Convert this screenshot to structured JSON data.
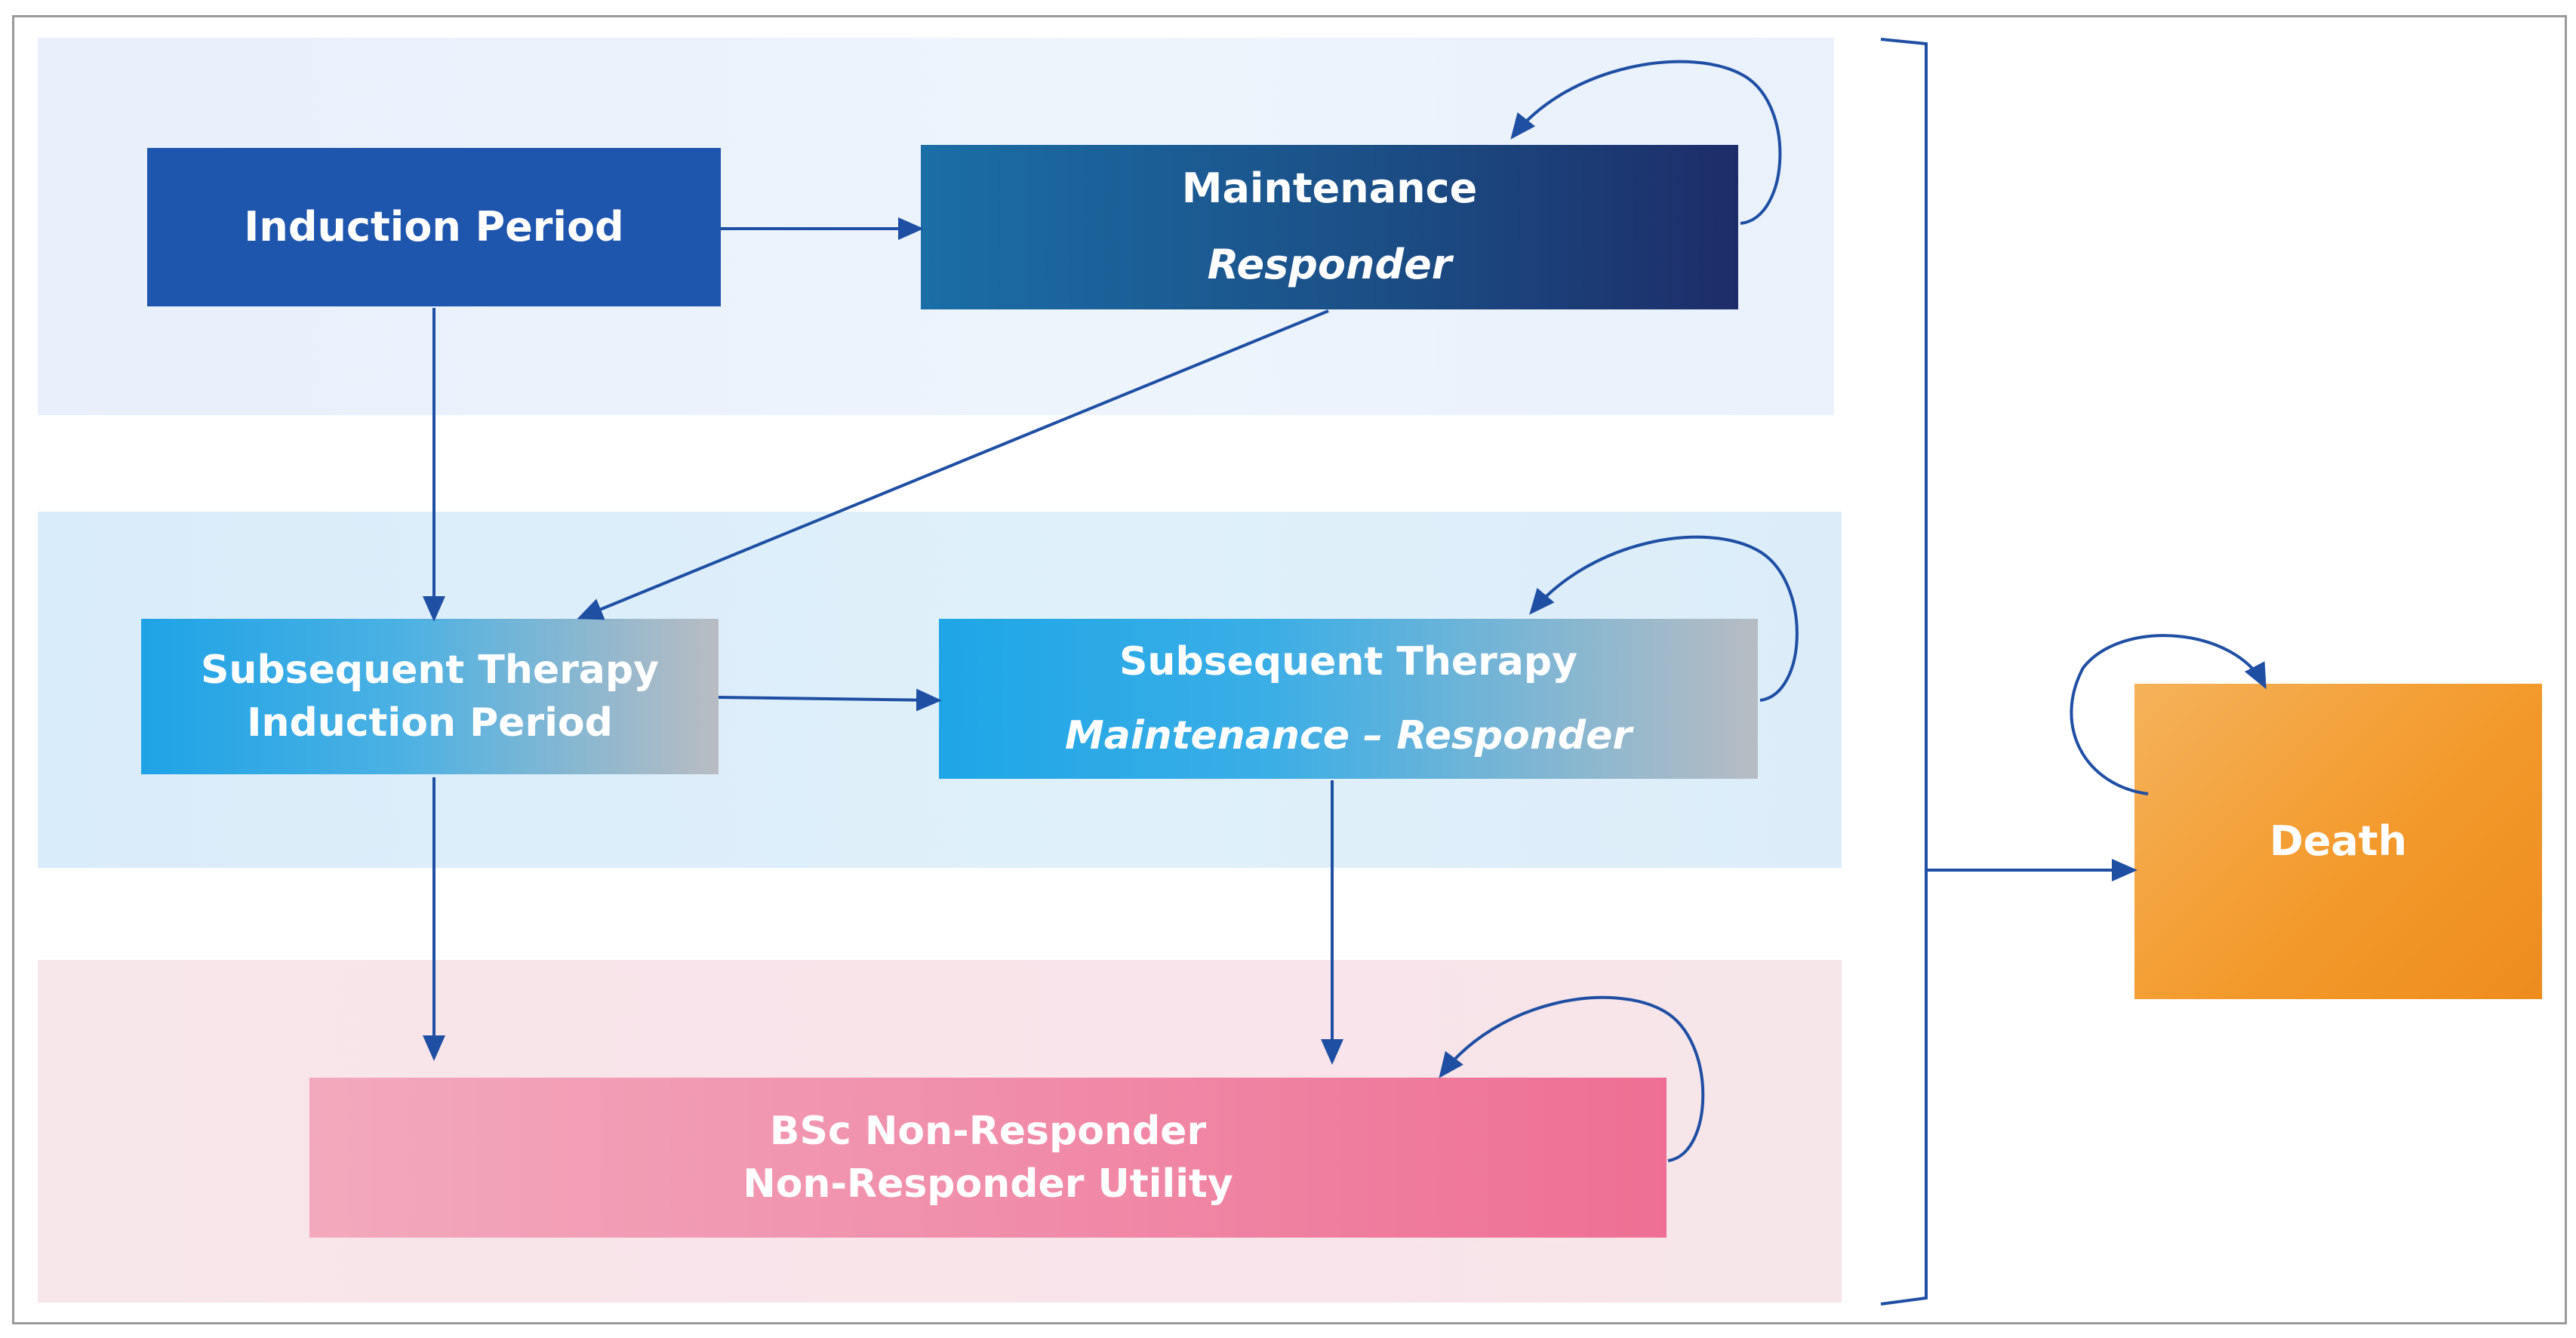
{
  "diagram": {
    "nodes": {
      "induction": {
        "line1": "Induction Period"
      },
      "maintenance": {
        "line1": "Maintenance",
        "line2": "Responder"
      },
      "st_induction": {
        "line1": "Subsequent Therapy",
        "line2": "Induction Period"
      },
      "st_maintenance": {
        "line1": "Subsequent Therapy",
        "line2": "Maintenance – Responder"
      },
      "bsc": {
        "line1": "BSc Non-Responder",
        "line2": "Non-Responder Utility"
      },
      "death": {
        "line1": "Death"
      }
    },
    "edges": [
      {
        "from": "Induction Period",
        "to": "Maintenance Responder"
      },
      {
        "from": "Maintenance Responder",
        "to": "Maintenance Responder",
        "self_loop": true
      },
      {
        "from": "Induction Period",
        "to": "Subsequent Therapy Induction Period"
      },
      {
        "from": "Maintenance Responder",
        "to": "Subsequent Therapy Induction Period"
      },
      {
        "from": "Subsequent Therapy Induction Period",
        "to": "Subsequent Therapy Maintenance – Responder"
      },
      {
        "from": "Subsequent Therapy Maintenance – Responder",
        "to": "Subsequent Therapy Maintenance – Responder",
        "self_loop": true
      },
      {
        "from": "Subsequent Therapy Induction Period",
        "to": "BSc Non-Responder"
      },
      {
        "from": "Subsequent Therapy Maintenance – Responder",
        "to": "BSc Non-Responder"
      },
      {
        "from": "BSc Non-Responder",
        "to": "BSc Non-Responder",
        "self_loop": true
      },
      {
        "from": "all states",
        "to": "Death"
      },
      {
        "from": "Death",
        "to": "Death",
        "self_loop": true
      }
    ],
    "colors": {
      "arrow": "#1f4fa3",
      "induction": "#1f56ad",
      "maintenance": "#1d2d69",
      "subsequent": "#1ea3e6",
      "bsc": "#ee6f93",
      "death": "#f39a2c"
    }
  }
}
